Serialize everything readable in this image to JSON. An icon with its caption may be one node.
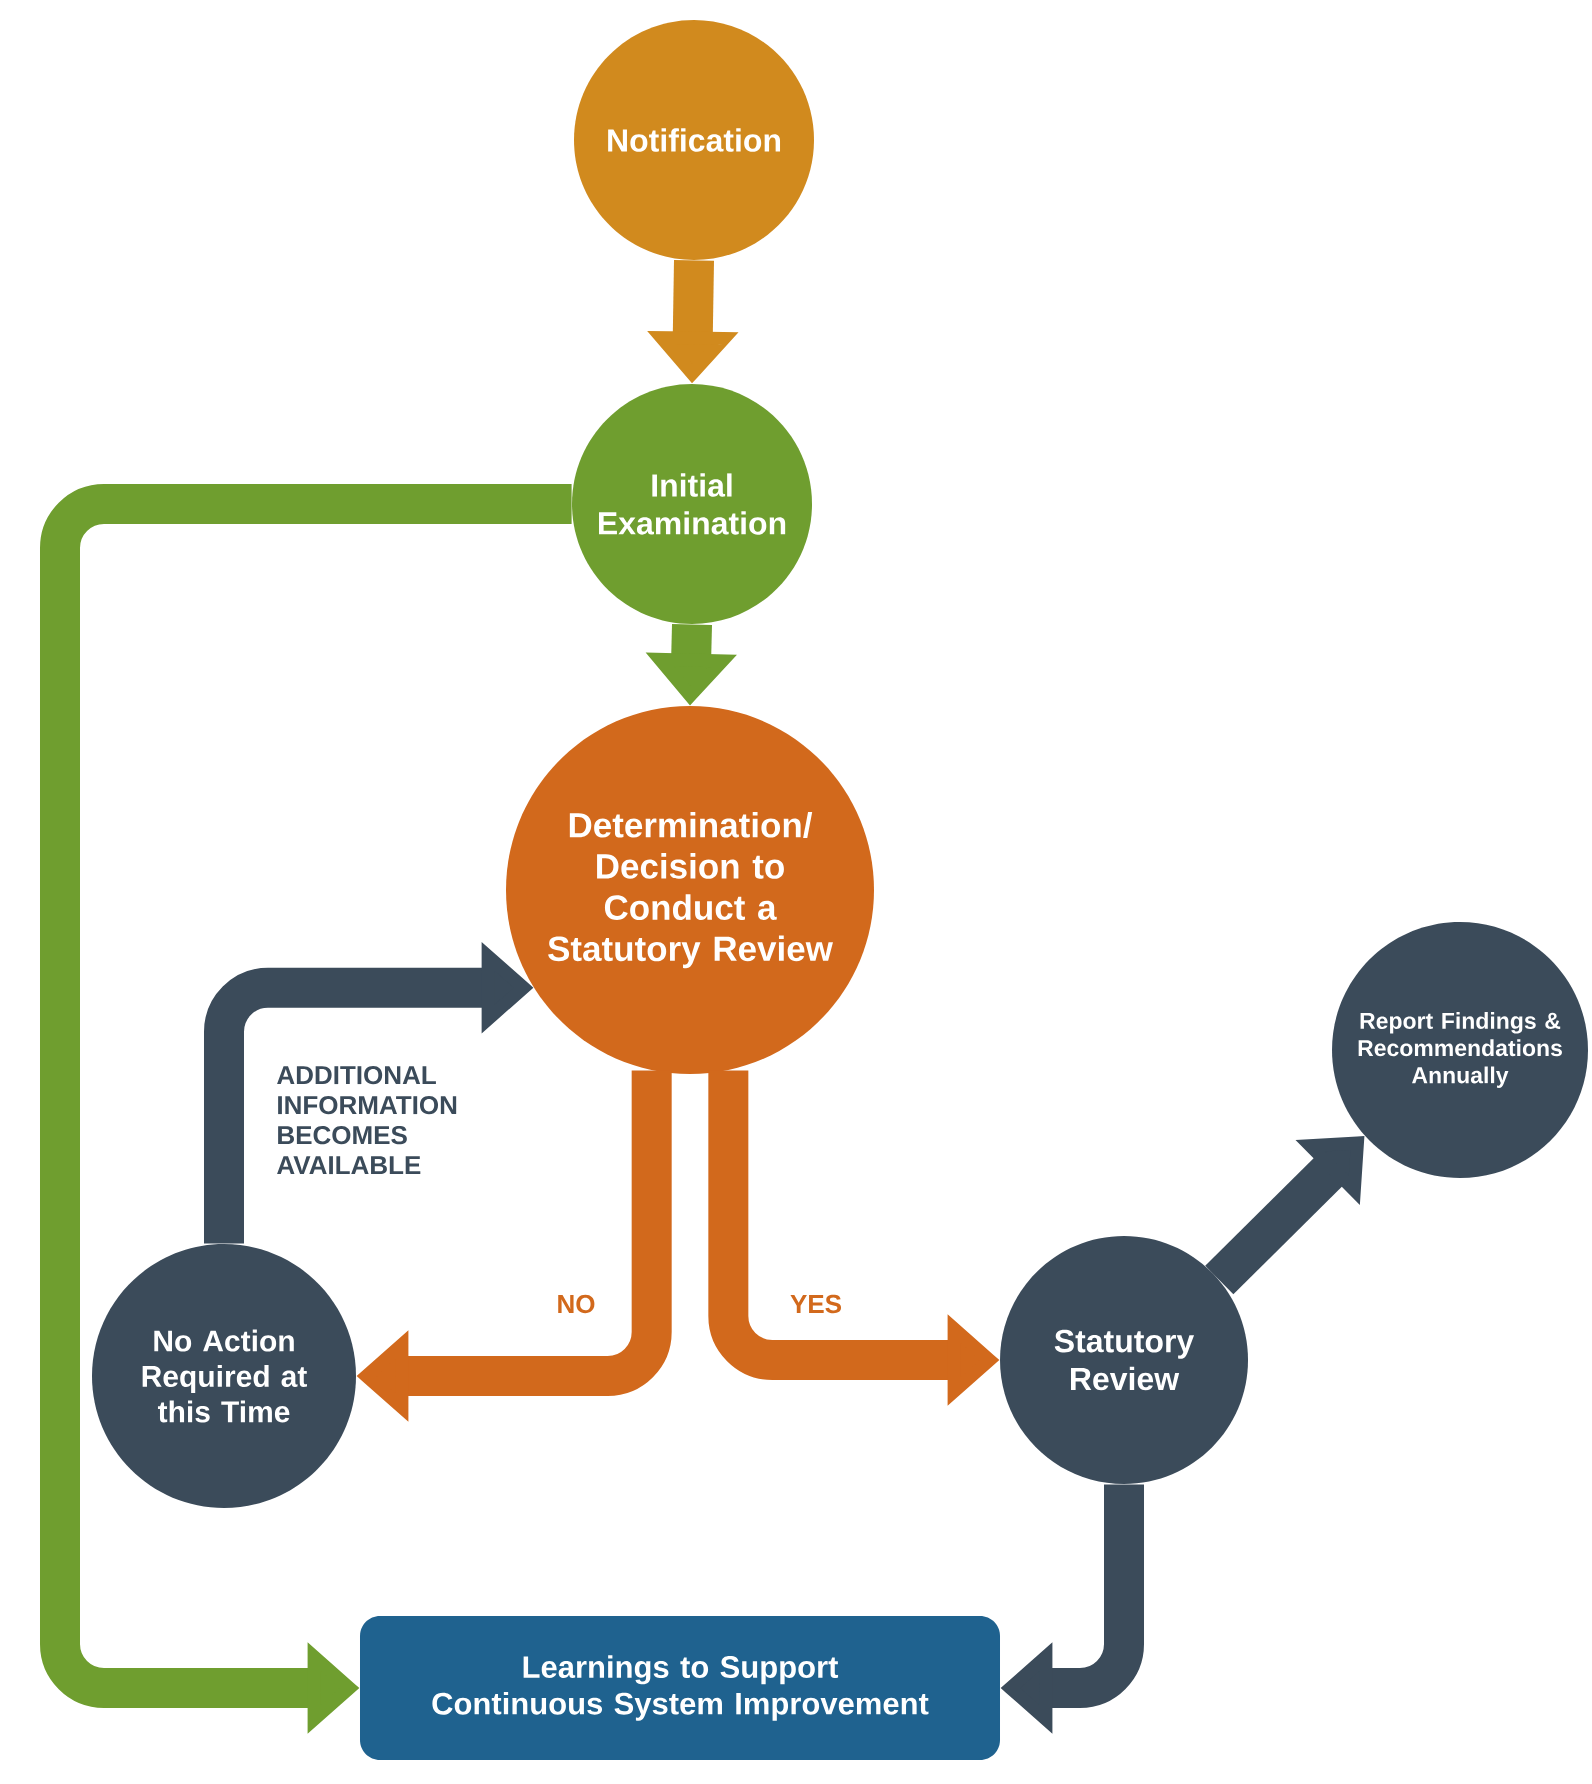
{
  "diagram": {
    "nodes": [
      {
        "text": [
          "Notification"
        ]
      },
      {
        "text": [
          "Initial Examination"
        ]
      },
      {
        "text": [
          "Determination/ Decision to Conduct a Statutory Review"
        ]
      },
      {
        "text": [
          "No Action Required at this Time"
        ]
      },
      {
        "text": [
          "Statutory Review"
        ]
      },
      {
        "text": [
          "Report Findings & Recommendations Annually"
        ]
      },
      {
        "text": [
          "Learnings to Support Continuous System Improvement"
        ]
      }
    ],
    "edges": [
      {
        "from": 0,
        "to": 1,
        "arrow": "to",
        "color": "#d18a1e"
      },
      {
        "from": 1,
        "to": 2,
        "arrow": "to",
        "color": "#6f9e2f"
      },
      {
        "from": 1,
        "to": 6,
        "arrow": "to",
        "color": "#6f9e2f"
      },
      {
        "from": 2,
        "to": 3,
        "arrow": "to",
        "label": "NO",
        "color": "#d2691c"
      },
      {
        "from": 2,
        "to": 4,
        "arrow": "to",
        "label": "YES",
        "color": "#d2691c"
      },
      {
        "from": 3,
        "to": 2,
        "arrow": "to",
        "label": "ADDITIONAL INFORMATION BECOMES AVAILABLE",
        "color": "#3b4b5a"
      },
      {
        "from": 4,
        "to": 5,
        "arrow": "to",
        "color": "#3b4b5a"
      },
      {
        "from": 4,
        "to": 6,
        "arrow": "to",
        "color": "#3b4b5a"
      }
    ]
  }
}
